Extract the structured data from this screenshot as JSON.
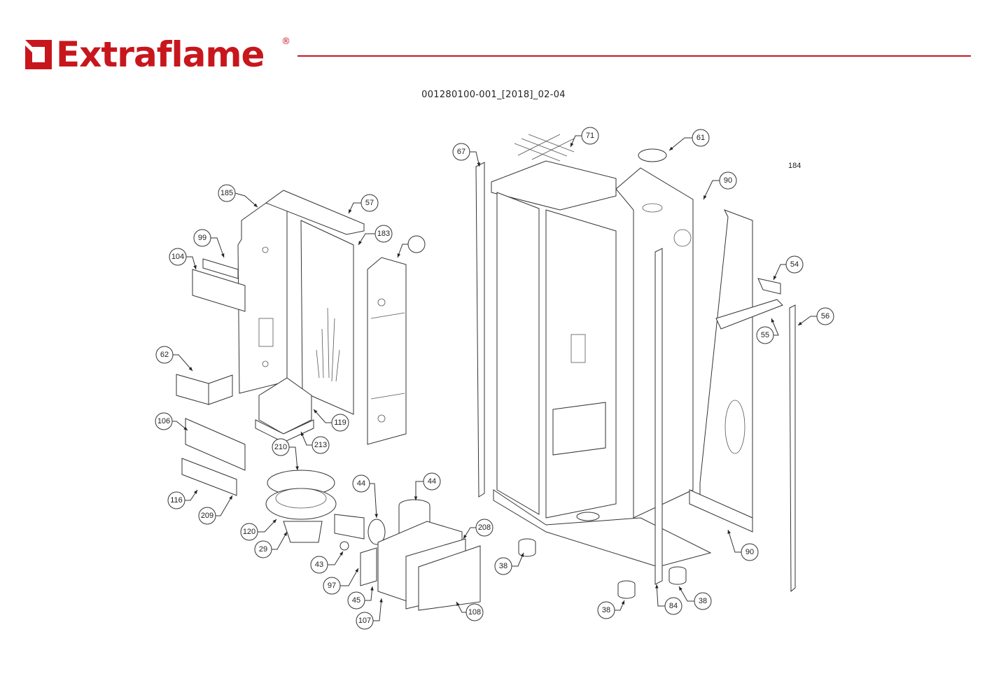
{
  "header": {
    "brand": "Extraflame",
    "registered_mark": "®",
    "brand_color": "#c8161d",
    "document_code": "001280100-001_[2018]_02-04"
  },
  "diagram": {
    "type": "exploded parts view",
    "floating_label": "184",
    "callouts": [
      {
        "id": "c185",
        "label": "185"
      },
      {
        "id": "c57",
        "label": "57"
      },
      {
        "id": "c183",
        "label": "183"
      },
      {
        "id": "cblank",
        "label": ""
      },
      {
        "id": "c99",
        "label": "99"
      },
      {
        "id": "c104",
        "label": "104"
      },
      {
        "id": "c62",
        "label": "62"
      },
      {
        "id": "c119",
        "label": "119"
      },
      {
        "id": "c213",
        "label": "213"
      },
      {
        "id": "c106",
        "label": "106"
      },
      {
        "id": "c210",
        "label": "210"
      },
      {
        "id": "c116",
        "label": "116"
      },
      {
        "id": "c209",
        "label": "209"
      },
      {
        "id": "c44a",
        "label": "44"
      },
      {
        "id": "c44b",
        "label": "44"
      },
      {
        "id": "c120",
        "label": "120"
      },
      {
        "id": "c29",
        "label": "29"
      },
      {
        "id": "c43",
        "label": "43"
      },
      {
        "id": "c208",
        "label": "208"
      },
      {
        "id": "c97",
        "label": "97"
      },
      {
        "id": "c45",
        "label": "45"
      },
      {
        "id": "c107",
        "label": "107"
      },
      {
        "id": "c108",
        "label": "108"
      },
      {
        "id": "c67",
        "label": "67"
      },
      {
        "id": "c71",
        "label": "71"
      },
      {
        "id": "c61",
        "label": "61"
      },
      {
        "id": "c90a",
        "label": "90"
      },
      {
        "id": "c54",
        "label": "54"
      },
      {
        "id": "c55",
        "label": "55"
      },
      {
        "id": "c56",
        "label": "56"
      },
      {
        "id": "c38a",
        "label": "38"
      },
      {
        "id": "c38b",
        "label": "38"
      },
      {
        "id": "c84",
        "label": "84"
      },
      {
        "id": "c38c",
        "label": "38"
      },
      {
        "id": "c90b",
        "label": "90"
      }
    ]
  }
}
